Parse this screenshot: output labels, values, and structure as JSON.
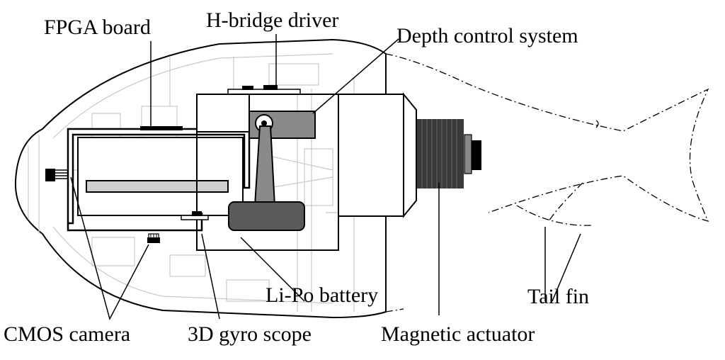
{
  "labels": {
    "fpga_board": "FPGA board",
    "h_bridge_driver": "H-bridge driver",
    "depth_control_system": "Depth control system",
    "li_po_battery": "Li-Po battery",
    "tail_fin": "Tail fin",
    "cmos_camera": "CMOS camera",
    "gyro_scope": "3D gyro scope",
    "magnetic_actuator": "Magnetic actuator"
  },
  "colors": {
    "line": "#000000",
    "faint_line": "#c8c8c8",
    "component_gray": "#8a8a8a",
    "weight_dark": "#5a5a5a",
    "battery_fill": "#cfcfcf",
    "actuator_coil": "#3a3a3a"
  }
}
